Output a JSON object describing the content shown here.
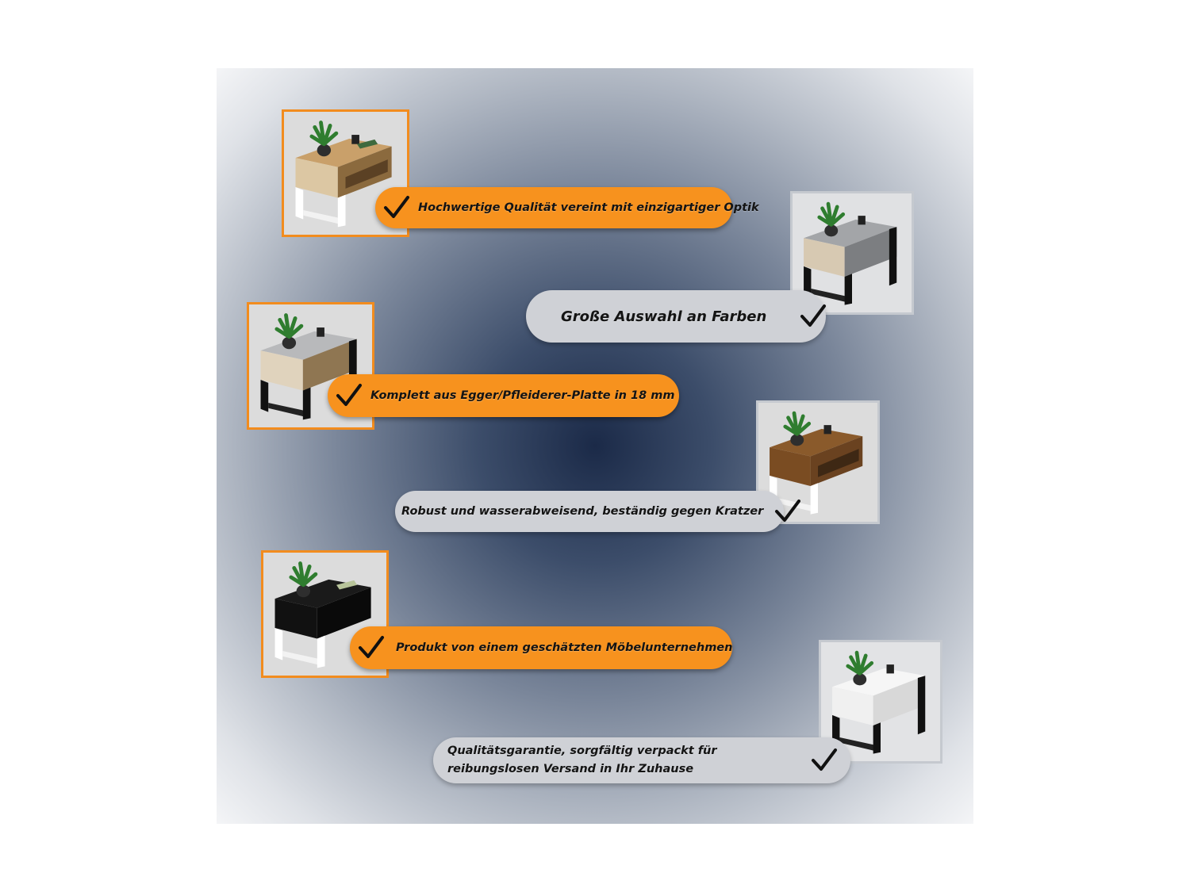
{
  "features": [
    {
      "text": "Hochwertige Qualität vereint mit einzigartiger Optik",
      "pill_color": "orange",
      "table_finish": "oak",
      "legs": "white"
    },
    {
      "text": "Große Auswahl an Farben",
      "pill_color": "grey",
      "table_finish": "concrete",
      "legs": "black"
    },
    {
      "text": "Komplett aus Egger/Pfleiderer-Platte in 18 mm",
      "pill_color": "orange",
      "table_finish": "concrete-oak",
      "legs": "black"
    },
    {
      "text": "Robust und wasserabweisend, beständig gegen Kratzer",
      "pill_color": "grey",
      "table_finish": "walnut",
      "legs": "white"
    },
    {
      "text": "Produkt von einem geschätzten Möbelunternehmen",
      "pill_color": "orange",
      "table_finish": "black",
      "legs": "white"
    },
    {
      "text": "Qualitätsgarantie, sorgfältig verpackt für reibungslosen Versand  in Ihr Zuhause",
      "pill_color": "grey",
      "table_finish": "white",
      "legs": "black"
    }
  ],
  "colors": {
    "orange_accent": "#f7921e",
    "orange_border": "#f28c1e",
    "grey_pill": "#cfd1d6",
    "panel_center": "#1b2a48",
    "panel_edge": "#f4f5f7"
  },
  "icons": [
    "checkmark-icon",
    "coffee-table-photo"
  ]
}
